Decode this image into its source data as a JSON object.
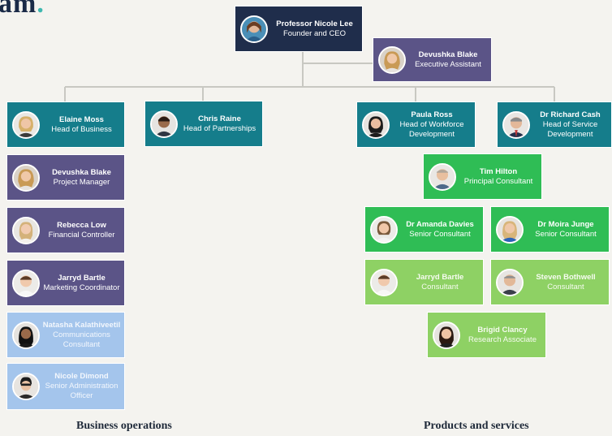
{
  "page": {
    "title_fragment": "am",
    "title_dot": "."
  },
  "people": [
    {
      "id": "ceo",
      "name": "Professor Nicole Lee",
      "title": "Founder and CEO",
      "color": "navy"
    },
    {
      "id": "ea",
      "name": "Devushka Blake",
      "title": "Executive Assistant",
      "color": "purple"
    },
    {
      "id": "hob",
      "name": "Elaine Moss",
      "title": "Head of Business",
      "color": "teal"
    },
    {
      "id": "hop",
      "name": "Chris Raine",
      "title": "Head  of Partnerships",
      "color": "teal"
    },
    {
      "id": "howd",
      "name": "Paula Ross",
      "title": "Head of Workforce Development",
      "color": "teal"
    },
    {
      "id": "hosd",
      "name": "Dr Richard Cash",
      "title": "Head of Service Development",
      "color": "teal"
    },
    {
      "id": "pm",
      "name": "Devushka Blake",
      "title": "Project Manager",
      "color": "purple"
    },
    {
      "id": "fc",
      "name": "Rebecca Low",
      "title": "Financial Controller",
      "color": "purple"
    },
    {
      "id": "mc",
      "name": "Jarryd Bartle",
      "title": "Marketing Coordinator",
      "color": "purple"
    },
    {
      "id": "cc",
      "name": "Natasha Kalathiveetil",
      "title": "Communications Consultant",
      "color": "lblue"
    },
    {
      "id": "sao",
      "name": "Nicole Dimond",
      "title": "Senior Administration Officer",
      "color": "lblue"
    },
    {
      "id": "pc",
      "name": "Tim Hilton",
      "title": "Principal Consultant",
      "color": "green"
    },
    {
      "id": "sc1",
      "name": "Dr Amanda Davies",
      "title": "Senior Consultant",
      "color": "green"
    },
    {
      "id": "sc2",
      "name": "Dr Moira Junge",
      "title": "Senior Consultant",
      "color": "green"
    },
    {
      "id": "c1",
      "name": "Jarryd Bartle",
      "title": "Consultant",
      "color": "lime"
    },
    {
      "id": "c2",
      "name": "Steven Bothwell",
      "title": "Consultant",
      "color": "lime"
    },
    {
      "id": "ra",
      "name": "Brigid Clancy",
      "title": "Research Associate",
      "color": "lime"
    }
  ],
  "sections": {
    "business": "Business operations",
    "products": "Products and services"
  },
  "colors": {
    "navy": "#1f2d4b",
    "purple": "#5b5487",
    "teal": "#157d8b",
    "green": "#2fbd55",
    "lime": "#8ed164",
    "lblue": "#a4c5ec",
    "connector": "#c8c8c2"
  }
}
